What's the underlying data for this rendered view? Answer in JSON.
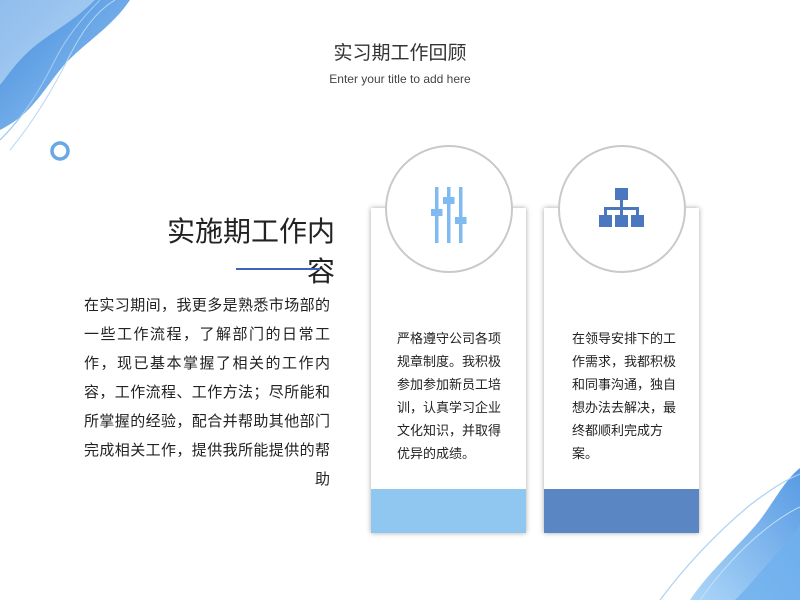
{
  "header": {
    "title": "实习期工作回顾",
    "subtitle": "Enter your title to add here"
  },
  "section": {
    "heading": "实施期工作内容",
    "body": "在实习期间，我更多是熟悉市场部的一些工作流程，了解部门的日常工作，现已基本掌握了相关的工作内容，工作流程、工作方法；尽所能和所掌握的经验，配合并帮助其他部门完成相关工作，提供我所能提供的帮助"
  },
  "cards": [
    {
      "icon": "sliders-icon",
      "text": "严格遵守公司各项规章制度。我积极参加参加新员工培训，认真学习企业文化知识，并取得优异的成绩。",
      "footer_color": "#90c7f0"
    },
    {
      "icon": "org-chart-icon",
      "text": "在领导安排下的工作需求，我都积极和同事沟通，独自想办法去解决，最终都顺利完成方案。",
      "footer_color": "#5b86c4"
    }
  ],
  "colors": {
    "accent_dark": "#3e64b7",
    "accent_light": "#90c7f0",
    "accent_mid": "#5b86c4"
  }
}
